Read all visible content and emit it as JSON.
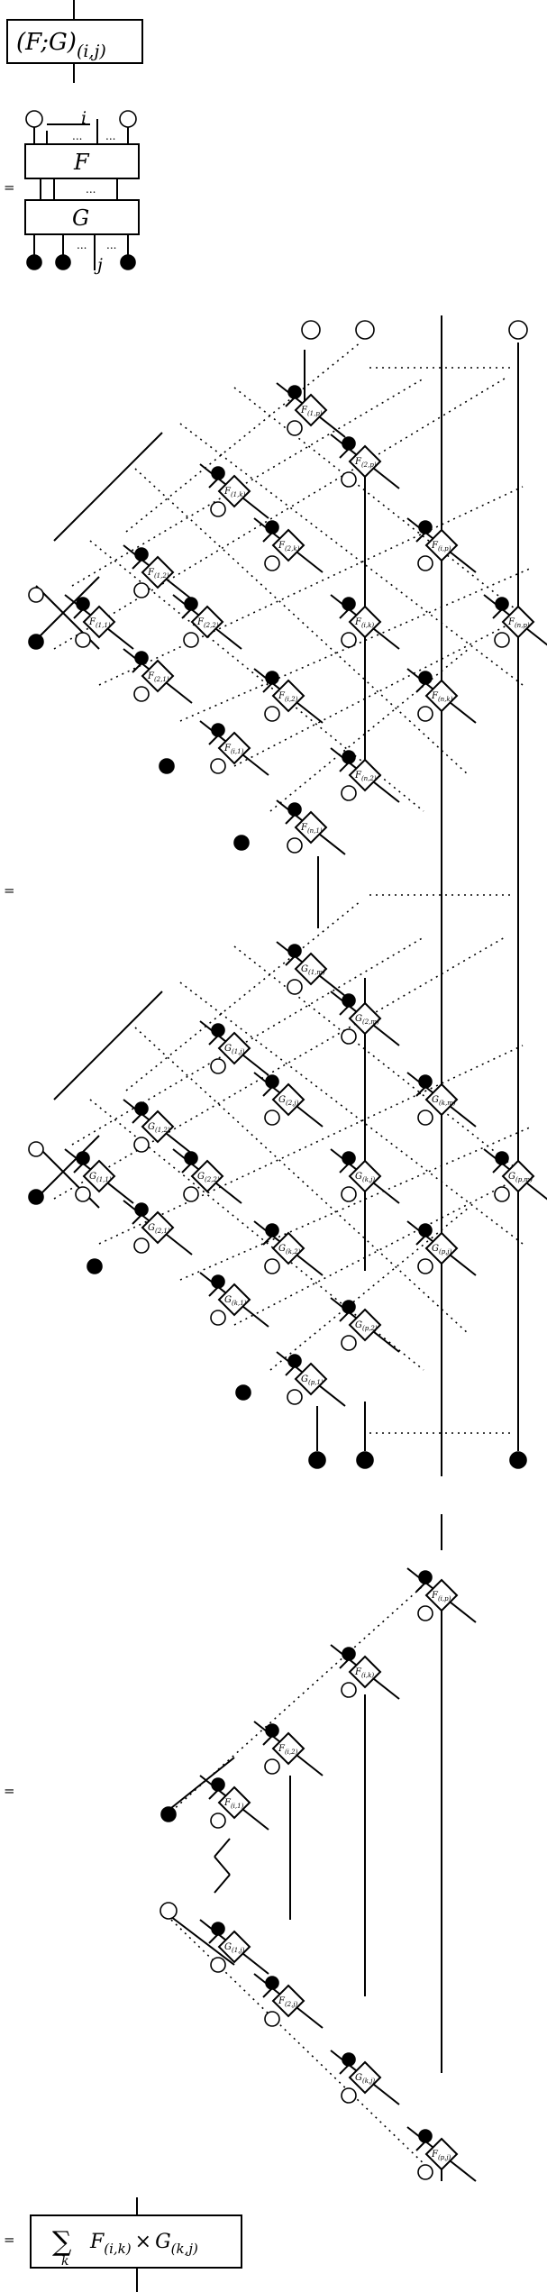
{
  "equals": "=",
  "ellipsis": "...",
  "top_box": {
    "text": "(F;G)",
    "sub": "(i,j)"
  },
  "compose": {
    "top_box": "F",
    "bottom_box": "G",
    "top_index": "i",
    "bottom_index": "j"
  },
  "panel_large": {
    "f_labels": [
      "F(1,p)",
      "F(2,p)",
      "F(1,k)",
      "F(2,k)",
      "F(i,p)",
      "F(1,2)",
      "F(i,k)",
      "F(n,p)",
      "F(1,1)",
      "F(2,2)",
      "F(2,1)",
      "F(n,k)",
      "F(i,2)",
      "F(i,1)",
      "F(n,2)",
      "F(n,1)"
    ],
    "g_labels": [
      "G(1,m)",
      "G(2,m)",
      "G(1,j)",
      "G(2,j)",
      "G(k,m)",
      "G(1,2)",
      "G(k,j)",
      "G(p,m)",
      "G(1,1)",
      "G(2,2)",
      "G(2,1)",
      "G(p,j)",
      "G(k,2)",
      "G(k,1)",
      "G(p,2)",
      "G(p,1)"
    ]
  },
  "panel_reduced": {
    "labels": [
      "F(i,p)",
      "F(i,k)",
      "F(i,2)",
      "F(i,1)",
      "G(1,j)",
      "F(2,j)",
      "G(k,j)",
      "F(p,j)"
    ]
  },
  "result_box": {
    "sum": "∑",
    "index": "k",
    "left": "F",
    "left_sub": "(i,k)",
    "times": "×",
    "right": "G",
    "right_sub": "(k,j)"
  }
}
